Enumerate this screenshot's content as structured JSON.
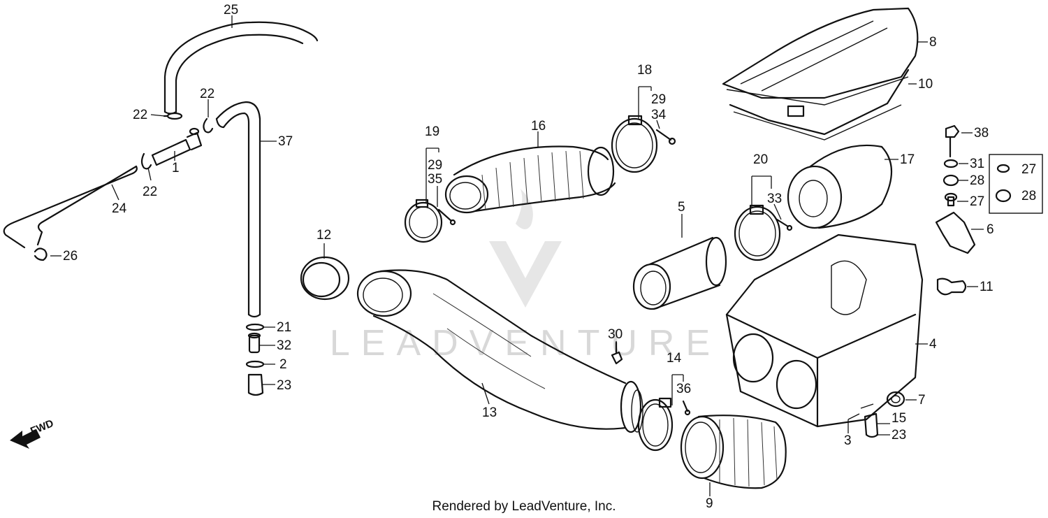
{
  "watermark": {
    "text": "LEADVENTURE"
  },
  "footer": {
    "text": "Rendered by LeadVenture, Inc."
  },
  "fwd_label": "FWD",
  "callouts": {
    "c1": "1",
    "c2": "2",
    "c3": "3",
    "c4": "4",
    "c5": "5",
    "c6": "6",
    "c7": "7",
    "c8": "8",
    "c9": "9",
    "c10": "10",
    "c11": "11",
    "c12": "12",
    "c13": "13",
    "c14": "14",
    "c15": "15",
    "c16": "16",
    "c17": "17",
    "c18": "18",
    "c19": "19",
    "c20": "20",
    "c21": "21",
    "c22a": "22",
    "c22b": "22",
    "c22c": "22",
    "c23a": "23",
    "c23b": "23",
    "c24": "24",
    "c25": "25",
    "c26": "26",
    "c27a": "27",
    "c27b": "27",
    "c28a": "28",
    "c28b": "28",
    "c29a": "29",
    "c29b": "29",
    "c30": "30",
    "c31": "31",
    "c32": "32",
    "c33": "33",
    "c34": "34",
    "c35": "35",
    "c36": "36",
    "c37": "37",
    "c38": "38"
  }
}
